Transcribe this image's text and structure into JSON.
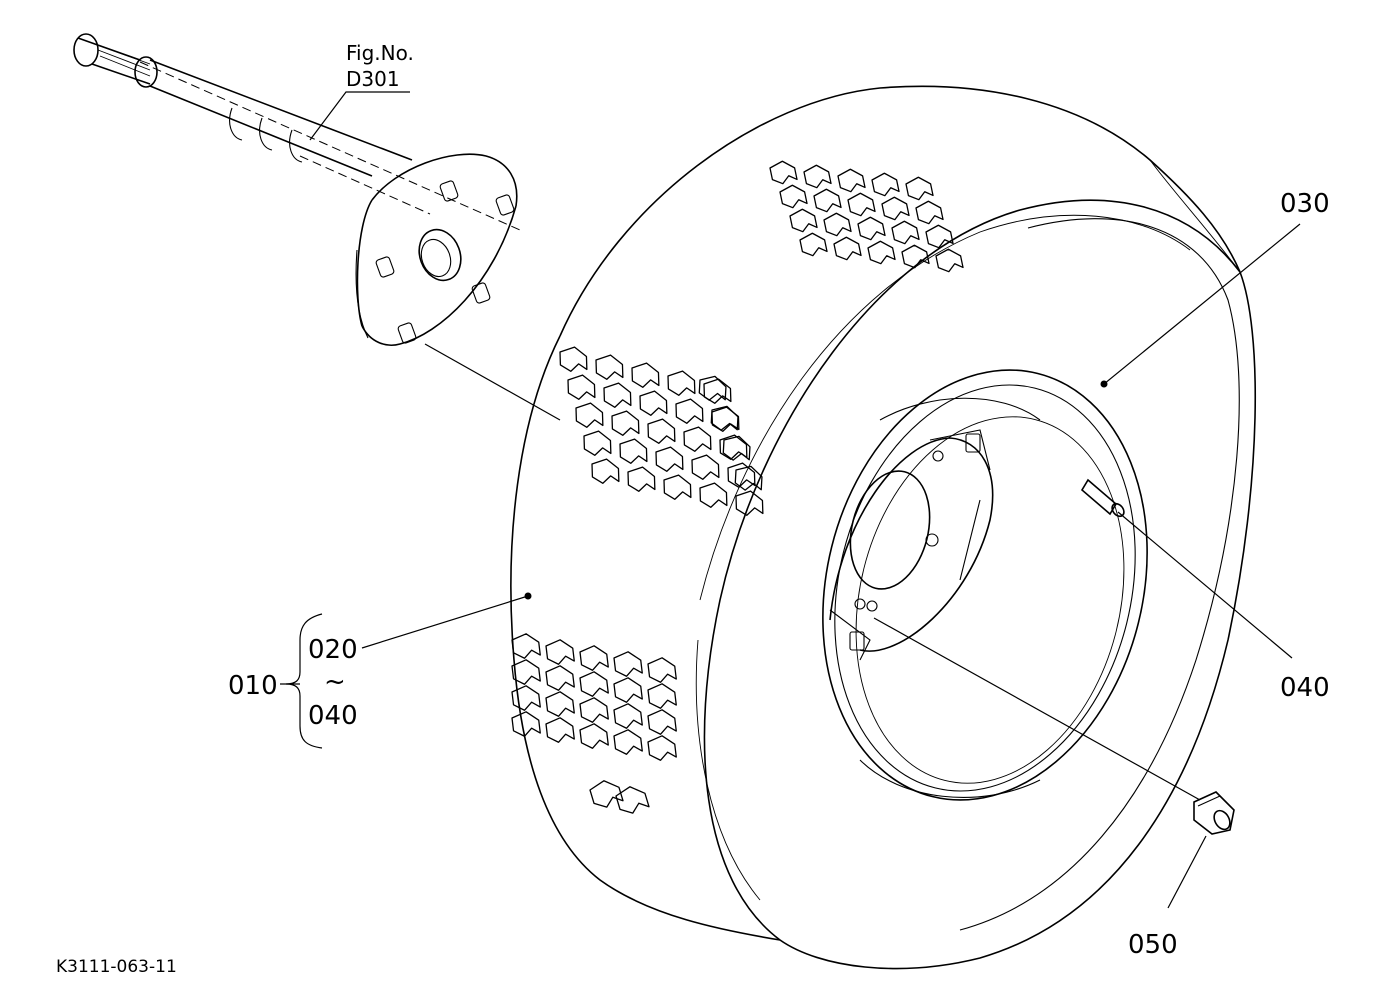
{
  "figure_ref": {
    "line1": "Fig.No.",
    "line2": "D301"
  },
  "callouts": {
    "tire_rim": "030",
    "valve": "040",
    "nut": "050",
    "assembly": "010",
    "range_from": "020",
    "range_sep": "~",
    "range_to": "040"
  },
  "drawing_code": "K3111-063-11"
}
